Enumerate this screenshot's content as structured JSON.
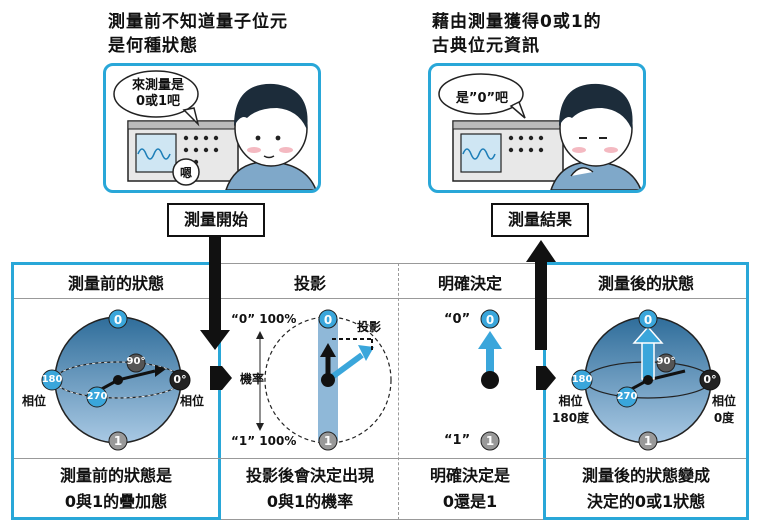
{
  "top_left": {
    "caption_line1": "測量前不知道量子位元",
    "caption_line2": "是何種狀態",
    "bubble_line1": "來測量是",
    "bubble_line2": "0或1吧",
    "hm": "嗯",
    "label": "測量開始"
  },
  "top_right": {
    "caption_line1": "藉由測量獲得0或1的",
    "caption_line2": "古典位元資訊",
    "bubble": "是”0”吧",
    "label": "測量結果"
  },
  "panel1": {
    "title": "測量前的狀態",
    "state0": "0",
    "state1": "1",
    "deg90": "90°",
    "deg0": "0°",
    "deg180": "180",
    "deg270": "270",
    "phase_left": "相位",
    "phase_right": "相位",
    "foot_line1": "測量前的狀態是",
    "foot_line2": "0與1的疊加態"
  },
  "panel2": {
    "title": "投影",
    "prob0": "“0” 100%",
    "prob1": "“1” 100%",
    "prob_label": "機率",
    "proj_label": "投影",
    "state0": "0",
    "state1": "1",
    "foot_line1": "投影後會決定出現",
    "foot_line2": "0與1的機率"
  },
  "panel3": {
    "title": "明確決定",
    "q0": "“0”",
    "q1": "“1”",
    "state0": "0",
    "state1": "1",
    "foot_line1": "明確決定是",
    "foot_line2": "0還是1"
  },
  "panel4": {
    "title": "測量後的狀態",
    "state0": "0",
    "state1": "1",
    "deg90": "90°",
    "deg0": "0°",
    "deg180": "180",
    "deg270": "270",
    "phase_left_1": "相位",
    "phase_left_2": "180度",
    "phase_right_1": "相位",
    "phase_right_2": "0度",
    "foot_line1": "測量後的狀態變成",
    "foot_line2": "決定的0或1狀態"
  },
  "colors": {
    "accent": "#29a7d8",
    "sphere_top": "#2f6d9a",
    "sphere_bottom": "#a9c9e4",
    "state_blue": "#3aa6db"
  }
}
